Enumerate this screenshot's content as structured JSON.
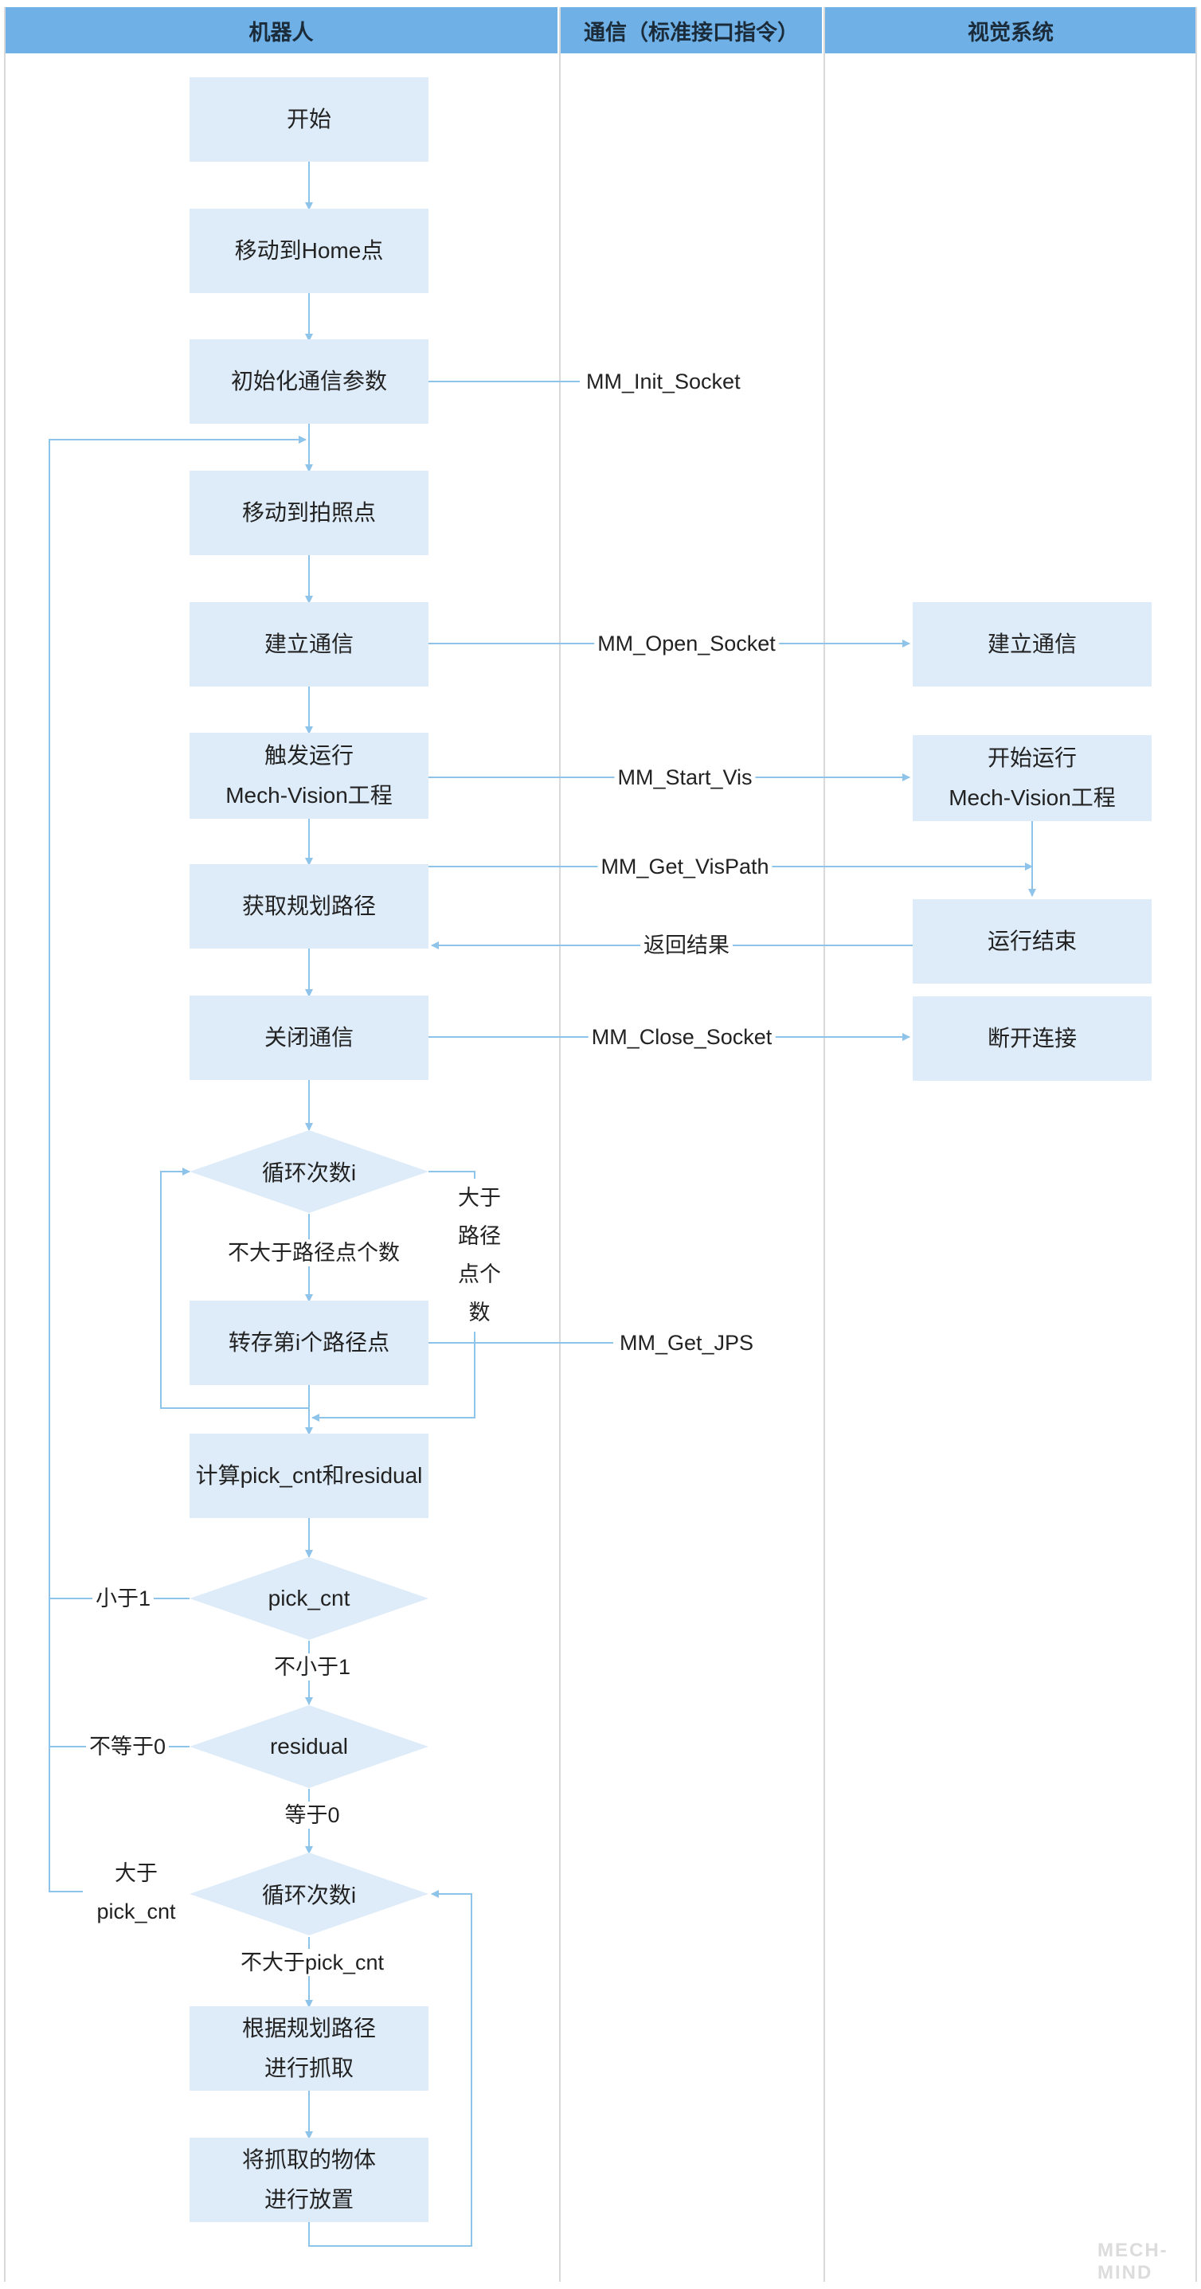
{
  "lanes": [
    "机器人",
    "通信（标准接口指令）",
    "视觉系统"
  ],
  "robot": {
    "start": "开始",
    "home": "移动到Home点",
    "init": "初始化通信参数",
    "photo": "移动到拍照点",
    "connect": "建立通信",
    "trigger_l1": "触发运行",
    "trigger_l2": "Mech-Vision工程",
    "getpath": "获取规划路径",
    "close": "关闭通信",
    "loop1": "循环次数i",
    "store": "转存第i个路径点",
    "calc": "计算pick_cnt和residual",
    "pickcnt": "pick_cnt",
    "residual": "residual",
    "loop2": "循环次数i",
    "grasp_l1": "根据规划路径",
    "grasp_l2": "进行抓取",
    "place_l1": "将抓取的物体",
    "place_l2": "进行放置"
  },
  "vision": {
    "connect": "建立通信",
    "run_l1": "开始运行",
    "run_l2": "Mech-Vision工程",
    "done": "运行结束",
    "disconnect": "断开连接"
  },
  "comm": {
    "init": "MM_Init_Socket",
    "open": "MM_Open_Socket",
    "start": "MM_Start_Vis",
    "getpath": "MM_Get_VisPath",
    "result": "返回结果",
    "close": "MM_Close_Socket",
    "jps": "MM_Get_JPS"
  },
  "conditions": {
    "not_more_points": "不大于路径点个数",
    "more_points": "大于路径点个数",
    "less_than_1": "小于1",
    "not_less_1": "不小于1",
    "not_equal_0": "不等于0",
    "equal_0": "等于0",
    "more_pickcnt": "大于pick_cnt",
    "not_more_pickcnt": "不大于pick_cnt"
  },
  "watermark": "MECH-MIND",
  "colors": {
    "header": "#6fb1e6",
    "box": "#deecf9",
    "line": "#8ec3ea"
  }
}
